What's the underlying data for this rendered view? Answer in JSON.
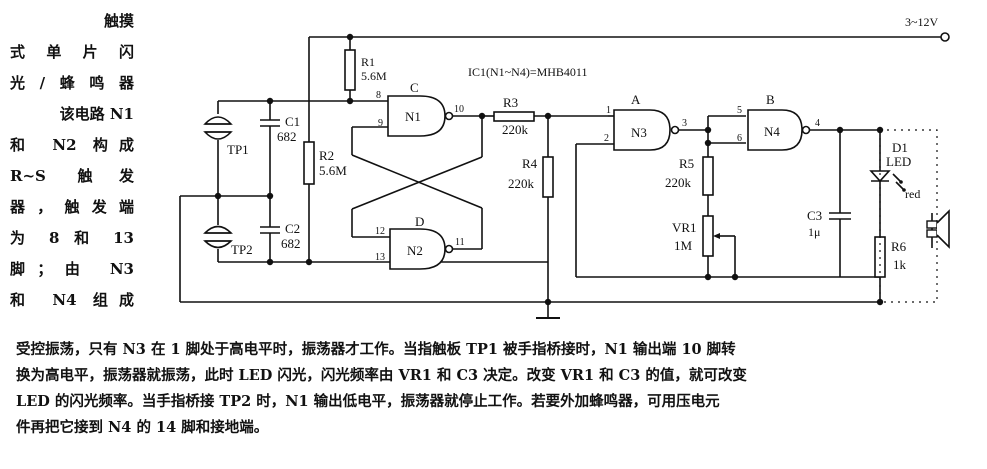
{
  "title_lines": [
    "触摸",
    "式单片闪",
    "光/蜂鸣器"
  ],
  "side_paragraph_lines": [
    "该电路 N1",
    "和 N2 构成",
    "R~S 触发",
    "器，触发端",
    "为 8 和 13",
    "脚；由 N3",
    "和 N4 组成"
  ],
  "body_lines": [
    "受控振荡，只有 N3 在 1 脚处于高电平时，振荡器才工作。当指触板 TP1 被手指桥接时，N1 输出端 10 脚转",
    "换为高电平，振荡器就振荡，此时 LED 闪光，闪光频率由 VR1 和 C3 决定。改变 VR1 和 C3 的值，就可改变",
    "LED 的闪光频率。当手指桥接 TP2 时，N1 输出低电平，振荡器就停止工作。若要外加蜂鸣器，可用压电元",
    "件再把它接到 N4 的 14 脚和接地端。"
  ],
  "schematic": {
    "supply_label": "3~12V",
    "ic_label": "IC1(N1~N4)=MHB4011",
    "components": {
      "R1": {
        "name": "R1",
        "value": "5.6M"
      },
      "R2": {
        "name": "R2",
        "value": "5.6M"
      },
      "R3": {
        "name": "R3",
        "value": "220k"
      },
      "R4": {
        "name": "R4",
        "value": "220k"
      },
      "R5": {
        "name": "R5",
        "value": "220k"
      },
      "R6": {
        "name": "R6",
        "value": "1k"
      },
      "VR1": {
        "name": "VR1",
        "value": "1M"
      },
      "C1": {
        "name": "C1",
        "value": "682"
      },
      "C2": {
        "name": "C2",
        "value": "682"
      },
      "C3": {
        "name": "C3",
        "value": "1μ"
      },
      "D1": {
        "name": "D1",
        "type": "LED",
        "color": "red"
      },
      "TP1": {
        "name": "TP1"
      },
      "TP2": {
        "name": "TP2"
      }
    },
    "gates": {
      "N1": {
        "name": "N1",
        "letter": "C",
        "pins": [
          "8",
          "9",
          "10"
        ]
      },
      "N2": {
        "name": "N2",
        "letter": "D",
        "pins": [
          "12",
          "13",
          "11"
        ]
      },
      "N3": {
        "name": "N3",
        "letter": "A",
        "pins": [
          "1",
          "2",
          "3"
        ]
      },
      "N4": {
        "name": "N4",
        "letter": "B",
        "pins": [
          "5",
          "6",
          "4"
        ]
      }
    }
  }
}
